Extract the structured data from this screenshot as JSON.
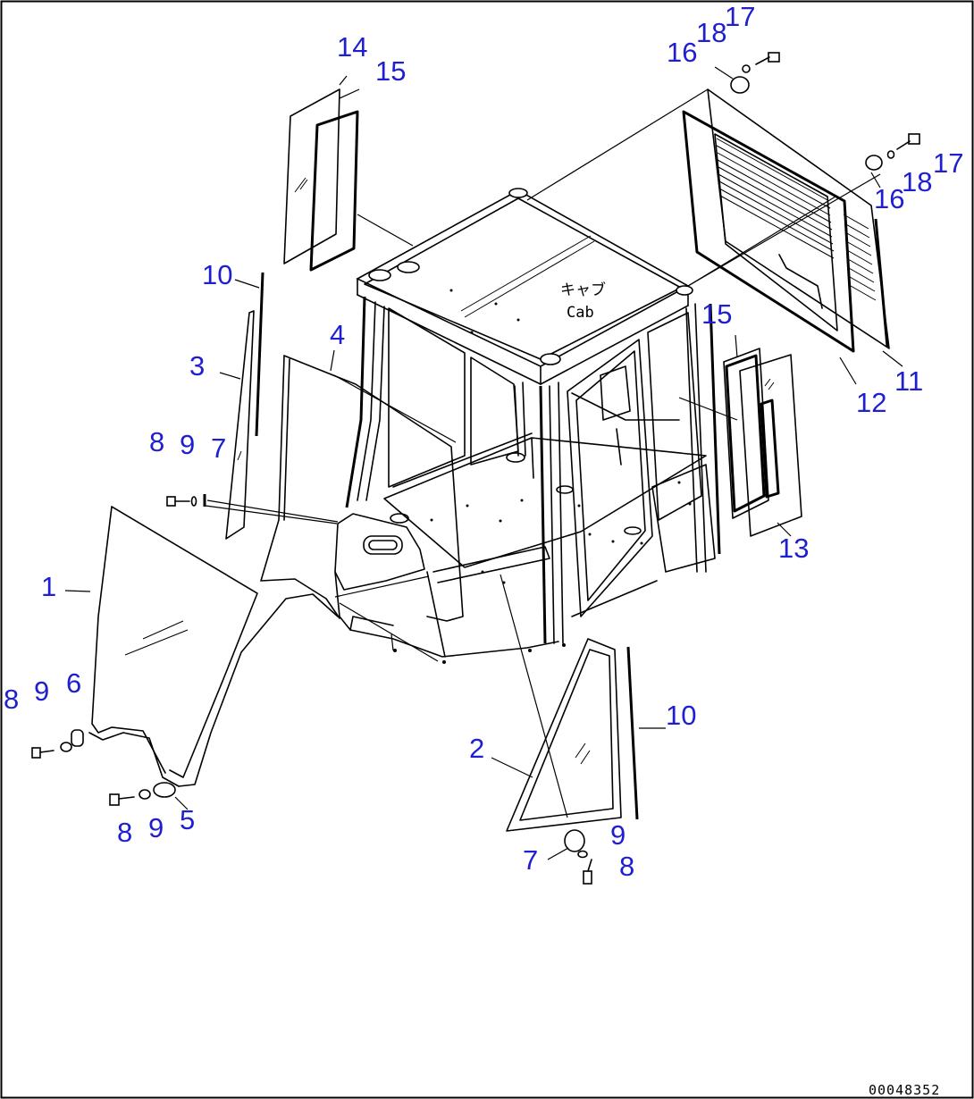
{
  "diagram": {
    "cab_label_jp": "キャブ",
    "cab_label_en": "Cab",
    "document_id": "00048352",
    "callouts": [
      {
        "id": "c14",
        "text": "14"
      },
      {
        "id": "c15a",
        "text": "15"
      },
      {
        "id": "c10a",
        "text": "10"
      },
      {
        "id": "c3",
        "text": "3"
      },
      {
        "id": "c4",
        "text": "4"
      },
      {
        "id": "c8a",
        "text": "8"
      },
      {
        "id": "c9a",
        "text": "9"
      },
      {
        "id": "c7a",
        "text": "7"
      },
      {
        "id": "c1",
        "text": "1"
      },
      {
        "id": "c8b",
        "text": "8"
      },
      {
        "id": "c9b",
        "text": "9"
      },
      {
        "id": "c6",
        "text": "6"
      },
      {
        "id": "c8c",
        "text": "8"
      },
      {
        "id": "c9c",
        "text": "9"
      },
      {
        "id": "c5",
        "text": "5"
      },
      {
        "id": "c16a",
        "text": "16"
      },
      {
        "id": "c18a",
        "text": "18"
      },
      {
        "id": "c17a",
        "text": "17"
      },
      {
        "id": "c17b",
        "text": "17"
      },
      {
        "id": "c18b",
        "text": "18"
      },
      {
        "id": "c16b",
        "text": "16"
      },
      {
        "id": "c15b",
        "text": "15"
      },
      {
        "id": "c11",
        "text": "11"
      },
      {
        "id": "c12",
        "text": "12"
      },
      {
        "id": "c13",
        "text": "13"
      },
      {
        "id": "c10b",
        "text": "10"
      },
      {
        "id": "c2",
        "text": "2"
      },
      {
        "id": "c9d",
        "text": "9"
      },
      {
        "id": "c7b",
        "text": "7"
      },
      {
        "id": "c8d",
        "text": "8"
      }
    ]
  }
}
